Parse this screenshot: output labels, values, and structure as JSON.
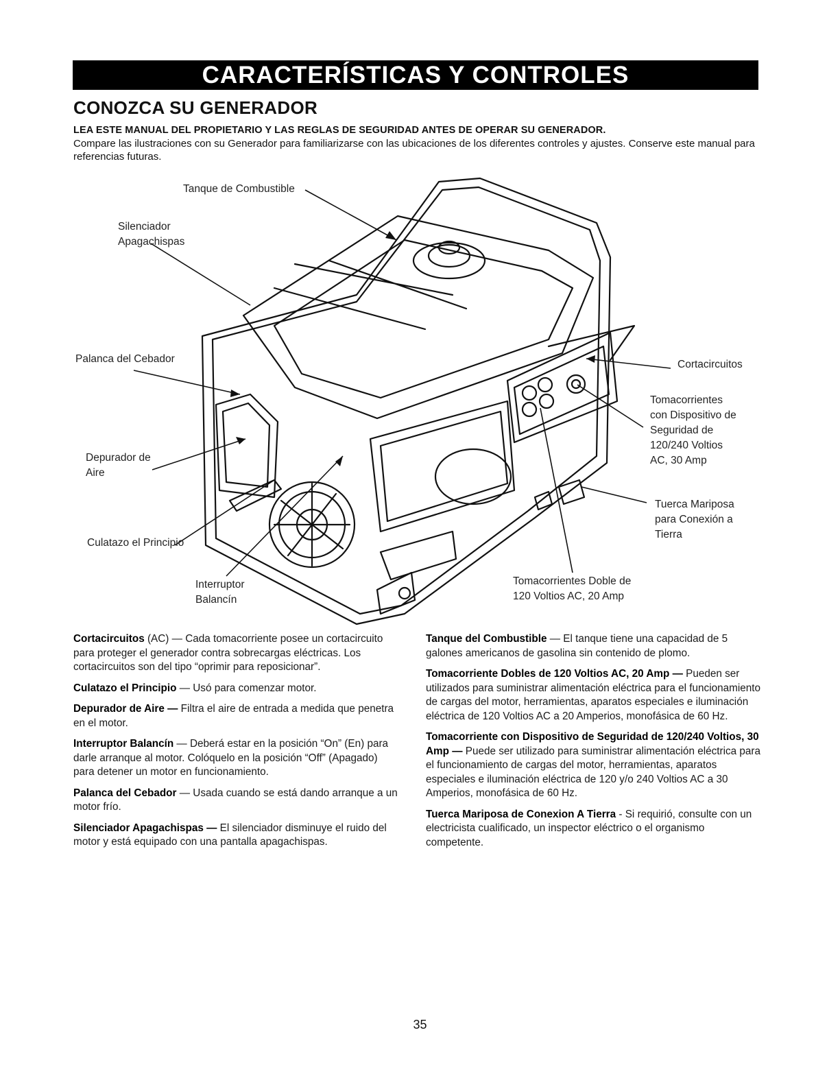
{
  "header": {
    "banner": "CARACTERÍSTICAS Y CONTROLES",
    "title": "CONOZCA SU GENERADOR",
    "lead_bold": "LEA ESTE MANUAL DEL PROPIETARIO Y LAS REGLAS DE SEGURIDAD ANTES DE OPERAR SU GENERADOR.",
    "lead_text": "Compare las ilustraciones con su Generador para familiarizarse con las ubicaciones de los diferentes controles y ajustes. Conserve este manual para referencias futuras."
  },
  "callouts": {
    "fuel_tank": "Tanque de Combustible",
    "muffler": [
      "Silenciador",
      "Apagachispas"
    ],
    "choke": "Palanca del Cebador",
    "air_cleaner": [
      "Depurador de",
      "Aire"
    ],
    "recoil": "Culatazo el Principio",
    "rocker": [
      "Interruptor",
      "Balancín"
    ],
    "breakers": "Cortacircuitos",
    "locking_outlet": [
      "Tomacorrientes",
      "con Dispositivo de",
      "Seguridad de",
      "120/240 Voltios",
      "AC, 30 Amp"
    ],
    "ground_nut": [
      "Tuerca Mariposa",
      "para Conexión a",
      "Tierra"
    ],
    "duplex_outlet": [
      "Tomacorrientes Doble de",
      "120 Voltios AC, 20 Amp"
    ]
  },
  "descriptions_left": [
    {
      "term": "Cortacircuitos",
      "text": " (AC) — Cada tomacorriente posee un cortacircuito para proteger el generador contra sobrecargas eléctricas. Los cortacircuitos son del tipo “oprimir para reposicionar”."
    },
    {
      "term": "Culatazo el Principio",
      "text": " — Usó para comenzar motor."
    },
    {
      "term": "Depurador de Aire —",
      "text": " Filtra el aire de entrada a medida que penetra en el motor."
    },
    {
      "term": "Interruptor Balancín",
      "text": " — Deberá estar en la posición “On” (En) para darle arranque al motor. Colóquelo en la posición “Off” (Apagado) para detener un motor en funcionamiento."
    },
    {
      "term": "Palanca del Cebador",
      "text": " — Usada cuando se está dando arranque a un motor frío."
    },
    {
      "term": "Silenciador Apagachispas —",
      "text": " El silenciador disminuye el ruido del motor y está equipado con una pantalla apagachispas."
    }
  ],
  "descriptions_right": [
    {
      "term": "Tanque del Combustible",
      "text": " — El tanque tiene una capacidad de 5 galones americanos de gasolina sin contenido de plomo."
    },
    {
      "term": "Tomacorriente Dobles de 120 Voltios AC, 20 Amp —",
      "text": " Pueden ser utilizados para suministrar alimentación eléctrica para el funcionamiento de cargas del motor, herramientas, aparatos especiales e iluminación eléctrica de 120 Voltios AC a 20 Amperios, monofásica de 60 Hz."
    },
    {
      "term": "Tomacorriente con Dispositivo de Seguridad de 120/240 Voltios, 30 Amp —",
      "text": " Puede ser utilizado para suministrar alimentación eléctrica para el funcionamiento de cargas del motor, herramientas, aparatos especiales e iluminación eléctrica de 120 y/o 240 Voltios AC a 30 Amperios, monofásica de 60 Hz."
    },
    {
      "term": "Tuerca Mariposa de Conexion A Tierra",
      "text": " - Si requirió, consulte con un electricista cualificado, un inspector eléctrico o el organismo competente."
    }
  ],
  "page_number": "35"
}
